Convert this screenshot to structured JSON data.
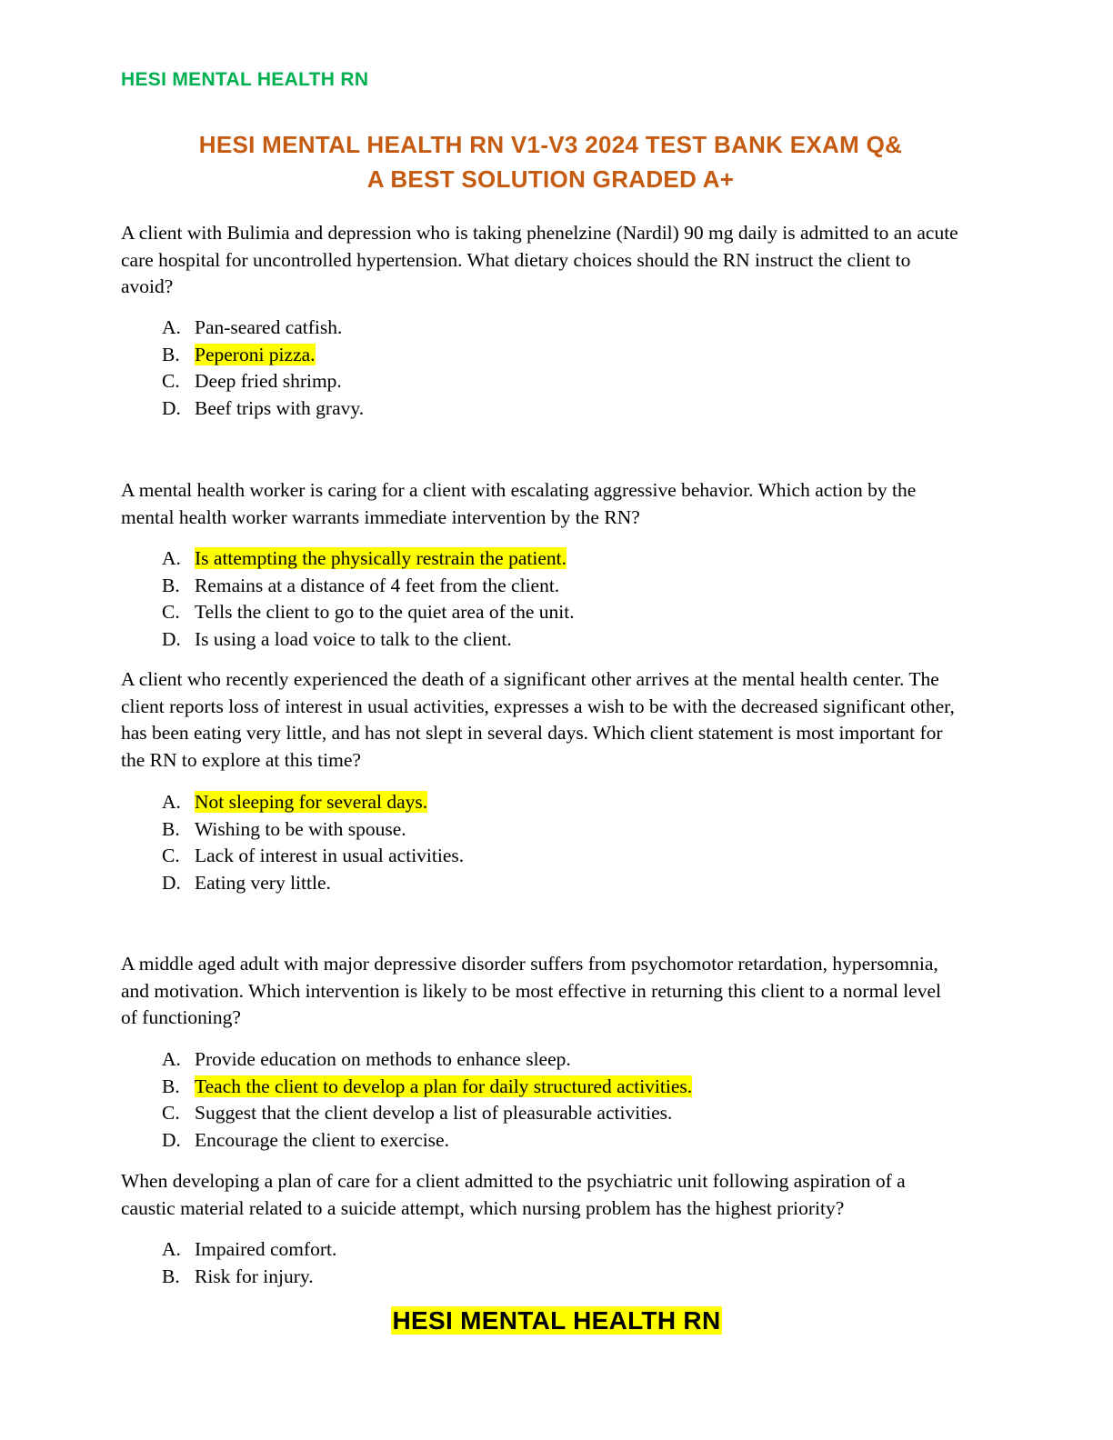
{
  "header": "HESI MENTAL HEALTH RN",
  "title_line1": "HESI MENTAL HEALTH RN V1-V3 2024 TEST BANK EXAM Q&",
  "title_line2": "A BEST SOLUTION GRADED A+",
  "questions": [
    {
      "text": "A client with Bulimia and depression who is taking phenelzine (Nardil) 90 mg daily is admitted to an acute care hospital for uncontrolled hypertension. What dietary choices should the RN instruct the client to avoid?",
      "options": [
        {
          "letter": "A.",
          "text": "Pan-seared catfish."
        },
        {
          "letter": "B.",
          "text": "Peperoni pizza."
        },
        {
          "letter": "C.",
          "text": "Deep fried shrimp."
        },
        {
          "letter": "D.",
          "text": "Beef trips with gravy."
        }
      ]
    },
    {
      "text": "A mental health worker is caring for a client with escalating aggressive behavior. Which action by the mental health worker warrants immediate intervention by the RN?",
      "options": [
        {
          "letter": "A.",
          "text": "Is attempting the physically restrain the patient."
        },
        {
          "letter": "B.",
          "text": "Remains at a distance of 4 feet from the client."
        },
        {
          "letter": "C.",
          "text": "Tells the client to go to the quiet area of the unit."
        },
        {
          "letter": "D.",
          "text": "Is using a load voice to talk to the client."
        }
      ]
    },
    {
      "text": "A client who recently experienced the death of a significant other arrives at the mental health center. The client reports loss of interest in usual activities, expresses a wish to be with the decreased significant other, has been eating very little, and has not slept in several days. Which client statement is most important for the RN to explore at this time?",
      "options": [
        {
          "letter": "A.",
          "text": "Not sleeping for several days."
        },
        {
          "letter": "B.",
          "text": "Wishing to be with spouse."
        },
        {
          "letter": "C.",
          "text": "Lack of interest in usual activities."
        },
        {
          "letter": "D.",
          "text": "Eating very little."
        }
      ]
    },
    {
      "text": "A middle aged adult with major depressive disorder suffers from psychomotor retardation, hypersomnia, and motivation. Which intervention is likely to be most effective in returning this client to a normal level of functioning?",
      "options": [
        {
          "letter": "A.",
          "text": "Provide education on methods to enhance sleep."
        },
        {
          "letter": "B.",
          "text": "Teach the client to develop a plan for daily structured activities."
        },
        {
          "letter": "C.",
          "text": "Suggest that the client develop a list of pleasurable activities."
        },
        {
          "letter": "D.",
          "text": "Encourage the client to exercise."
        }
      ]
    },
    {
      "text": "When developing a plan of care for a client admitted to the psychiatric unit following aspiration of a caustic material related to a suicide attempt, which nursing problem has the highest priority?",
      "options": [
        {
          "letter": "A.",
          "text": "Impaired comfort."
        },
        {
          "letter": "B.",
          "text": "Risk for injury."
        }
      ]
    }
  ],
  "footer": "HESI MENTAL HEALTH RN",
  "colors": {
    "header": "#00b050",
    "title": "#c55a11",
    "highlight": "#ffff00"
  }
}
